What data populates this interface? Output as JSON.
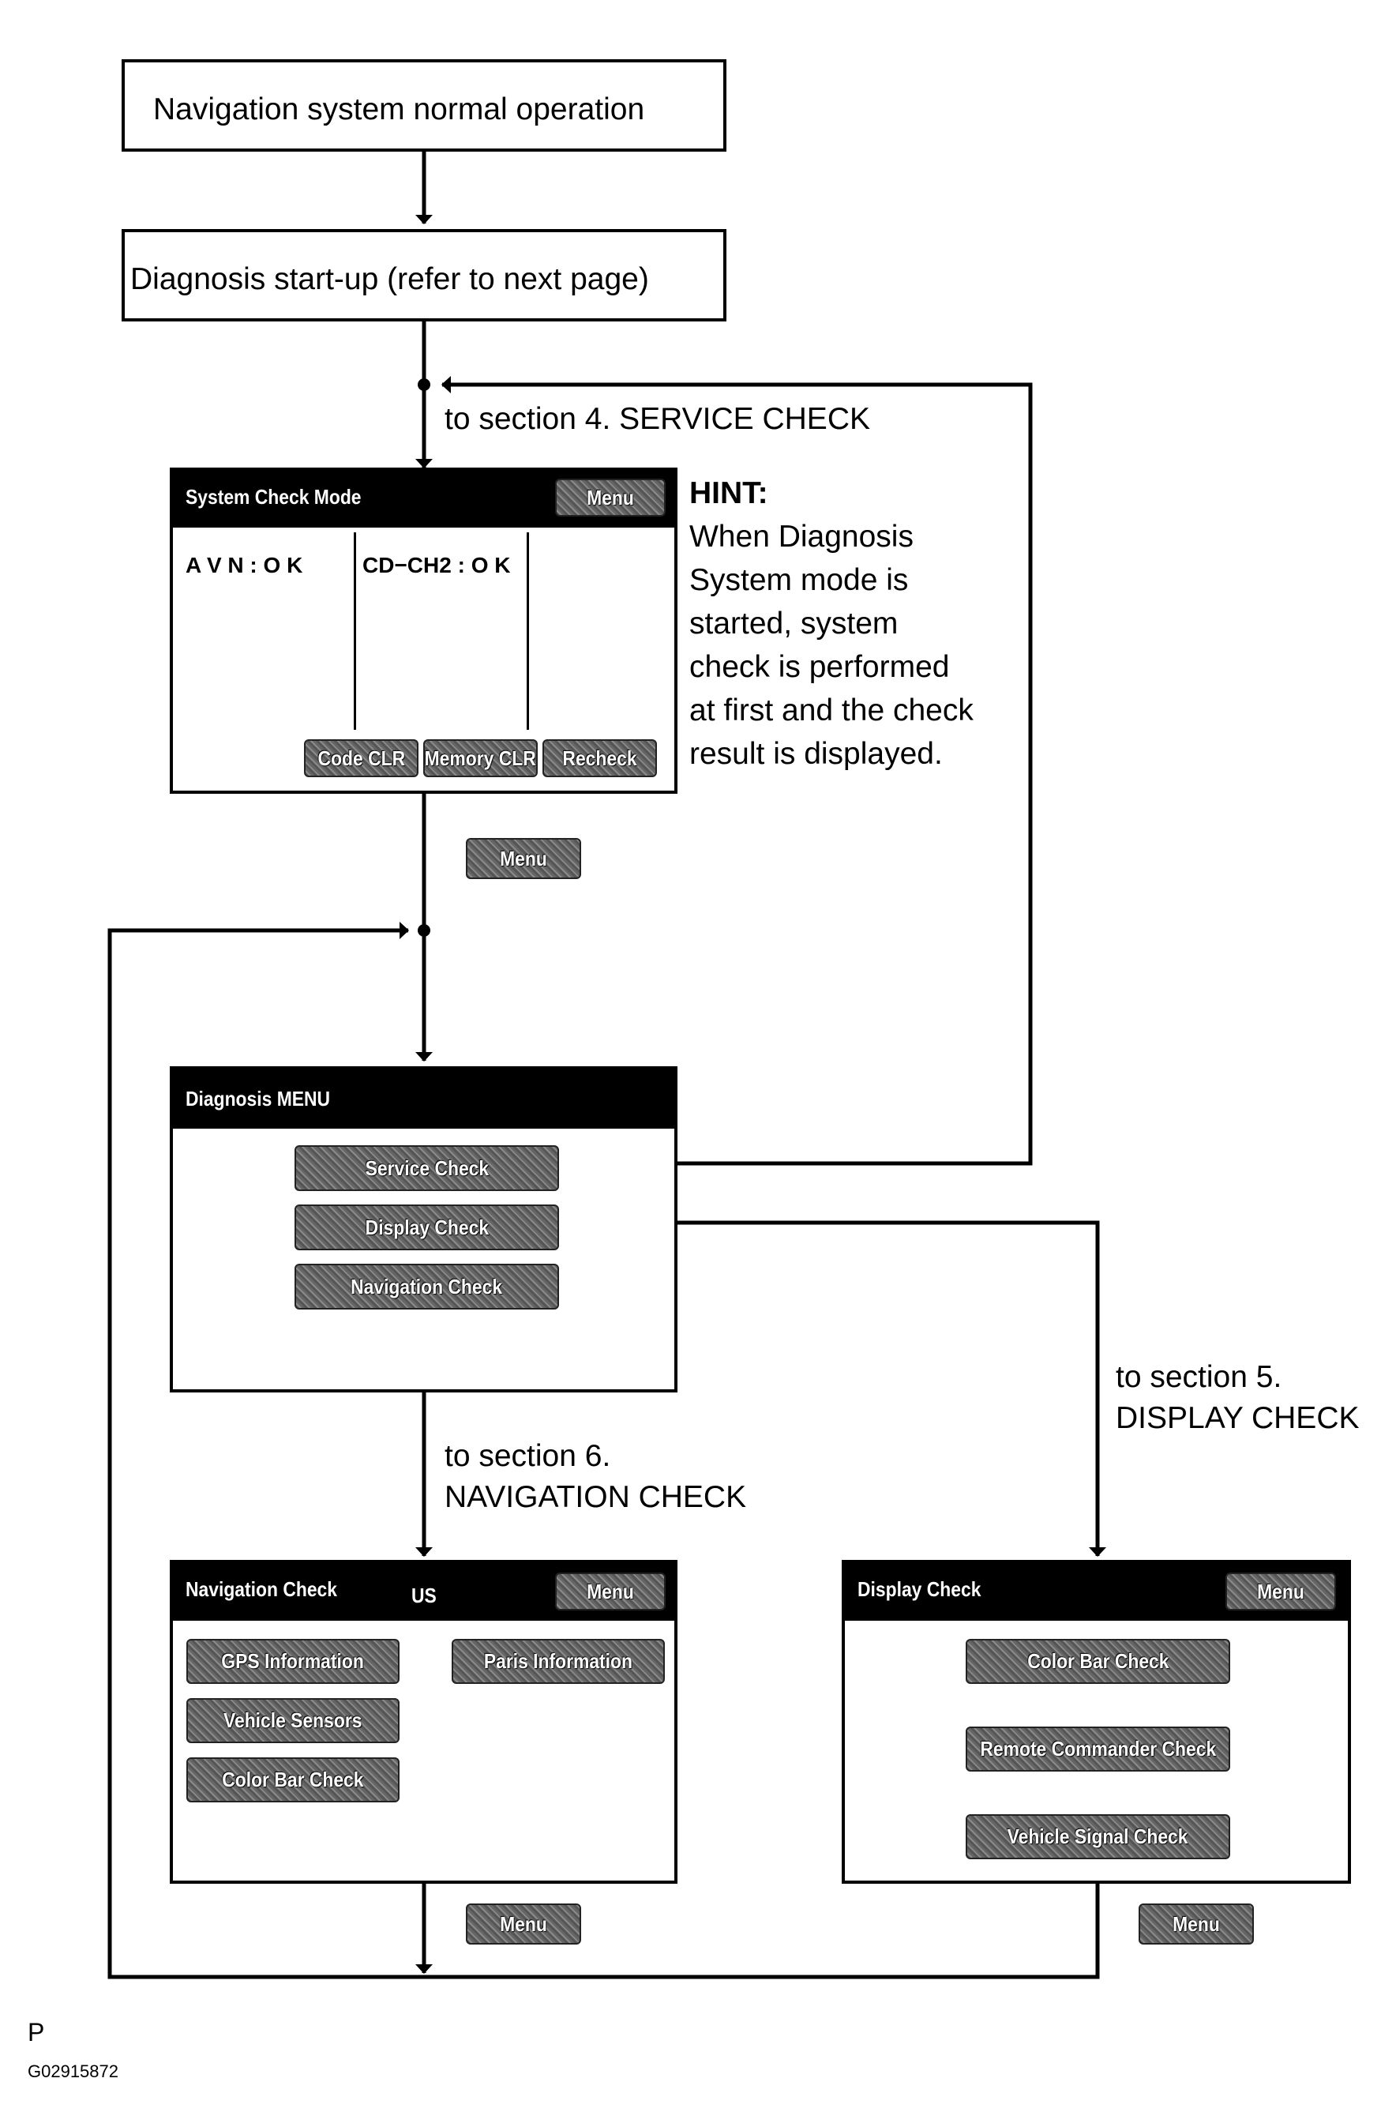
{
  "boxes": {
    "normal_operation": "Navigation system normal operation",
    "diagnosis_startup": "Diagnosis start-up (refer to next page)"
  },
  "labels": {
    "to_service_check": "to section 4. SERVICE CHECK",
    "to_navigation_check_line1": "to section 6.",
    "to_navigation_check_line2": "NAVIGATION CHECK",
    "to_display_check_line1": "to section 5.",
    "to_display_check_line2": "DISPLAY CHECK"
  },
  "hint": {
    "title": "HINT:",
    "lines": [
      "When Diagnosis",
      "System mode is",
      "started, system",
      "check is performed",
      "at first and the check",
      "result is displayed."
    ]
  },
  "system_check_screen": {
    "title": "System Check Mode",
    "menu_button": "Menu",
    "avn_status": "A V N  : O K",
    "cd_status": "CD−CH2 : O K",
    "buttons": [
      "Code CLR",
      "Memory CLR",
      "Recheck"
    ]
  },
  "menu_button_1": "Menu",
  "diagnosis_menu_screen": {
    "title": "Diagnosis MENU",
    "buttons": [
      "Service Check",
      "Display Check",
      "Navigation Check"
    ]
  },
  "navigation_check_screen": {
    "title": "Navigation Check",
    "region": "US",
    "menu_button": "Menu",
    "buttons": [
      "GPS Information",
      "Vehicle Sensors",
      "Color Bar Check",
      "Paris Information"
    ]
  },
  "display_check_screen": {
    "title": "Display Check",
    "menu_button": "Menu",
    "buttons": [
      "Color Bar Check",
      "Remote Commander Check",
      "Vehicle Signal Check"
    ]
  },
  "menu_button_2": "Menu",
  "menu_button_3": "Menu",
  "footer": {
    "letter": "P",
    "code": "G02915872"
  }
}
